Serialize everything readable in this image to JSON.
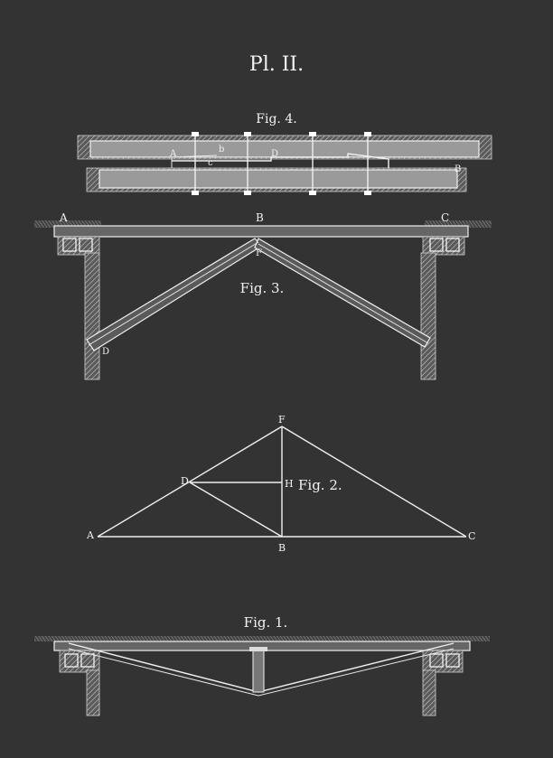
{
  "plate_title": "Pl. II.",
  "fig4": {
    "label": "Fig. 4.",
    "letters": [
      "A",
      "b",
      "c",
      "D",
      "B"
    ]
  },
  "fig3": {
    "label": "Fig. 3.",
    "letters": [
      "A",
      "B",
      "C",
      "F",
      "D"
    ]
  },
  "fig2": {
    "label": "Fig. 2.",
    "letters": [
      "F",
      "D",
      "H",
      "A",
      "B",
      "C"
    ]
  },
  "fig1": {
    "label": "Fig. 1."
  },
  "colors": {
    "background": "#333333",
    "ink": "#f0f0f0"
  }
}
